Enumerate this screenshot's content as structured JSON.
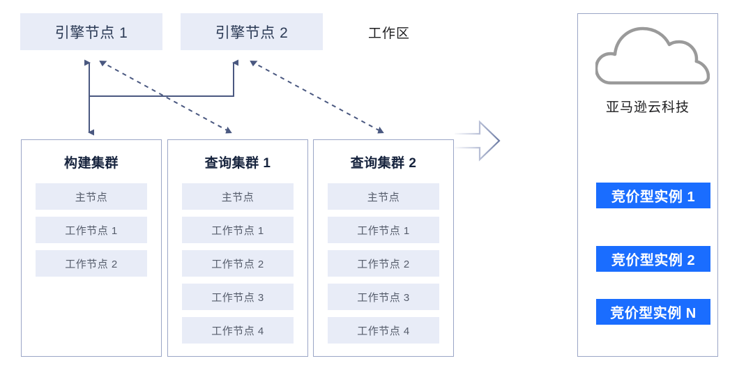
{
  "workspace": {
    "label": "工作区",
    "engine_nodes": [
      {
        "label": "引擎节点 1"
      },
      {
        "label": "引擎节点 2"
      }
    ],
    "clusters": [
      {
        "title": "构建集群",
        "nodes": [
          "主节点",
          "工作节点 1",
          "工作节点 2"
        ]
      },
      {
        "title": "查询集群 1",
        "nodes": [
          "主节点",
          "工作节点 1",
          "工作节点 2",
          "工作节点 3",
          "工作节点 4"
        ]
      },
      {
        "title": "查询集群 2",
        "nodes": [
          "主节点",
          "工作节点 1",
          "工作节点 2",
          "工作节点 3",
          "工作节点 4"
        ]
      }
    ]
  },
  "cloud": {
    "provider_label": "亚马逊云科技",
    "icon": "cloud-icon",
    "spot_instances": [
      {
        "label": "竞价型实例 1"
      },
      {
        "label": "竞价型实例 2"
      },
      {
        "label": "竞价型实例 N"
      }
    ]
  },
  "transition": {
    "icon": "right-arrow-icon"
  },
  "colors": {
    "chip_bg": "#e8ecf7",
    "border": "#9aa5c6",
    "connector": "#4a5880",
    "spot_blue": "#1a6dff",
    "title_text": "#16233d",
    "chip_text": "#555c6b",
    "cloud_outline": "#9a9a9a"
  }
}
